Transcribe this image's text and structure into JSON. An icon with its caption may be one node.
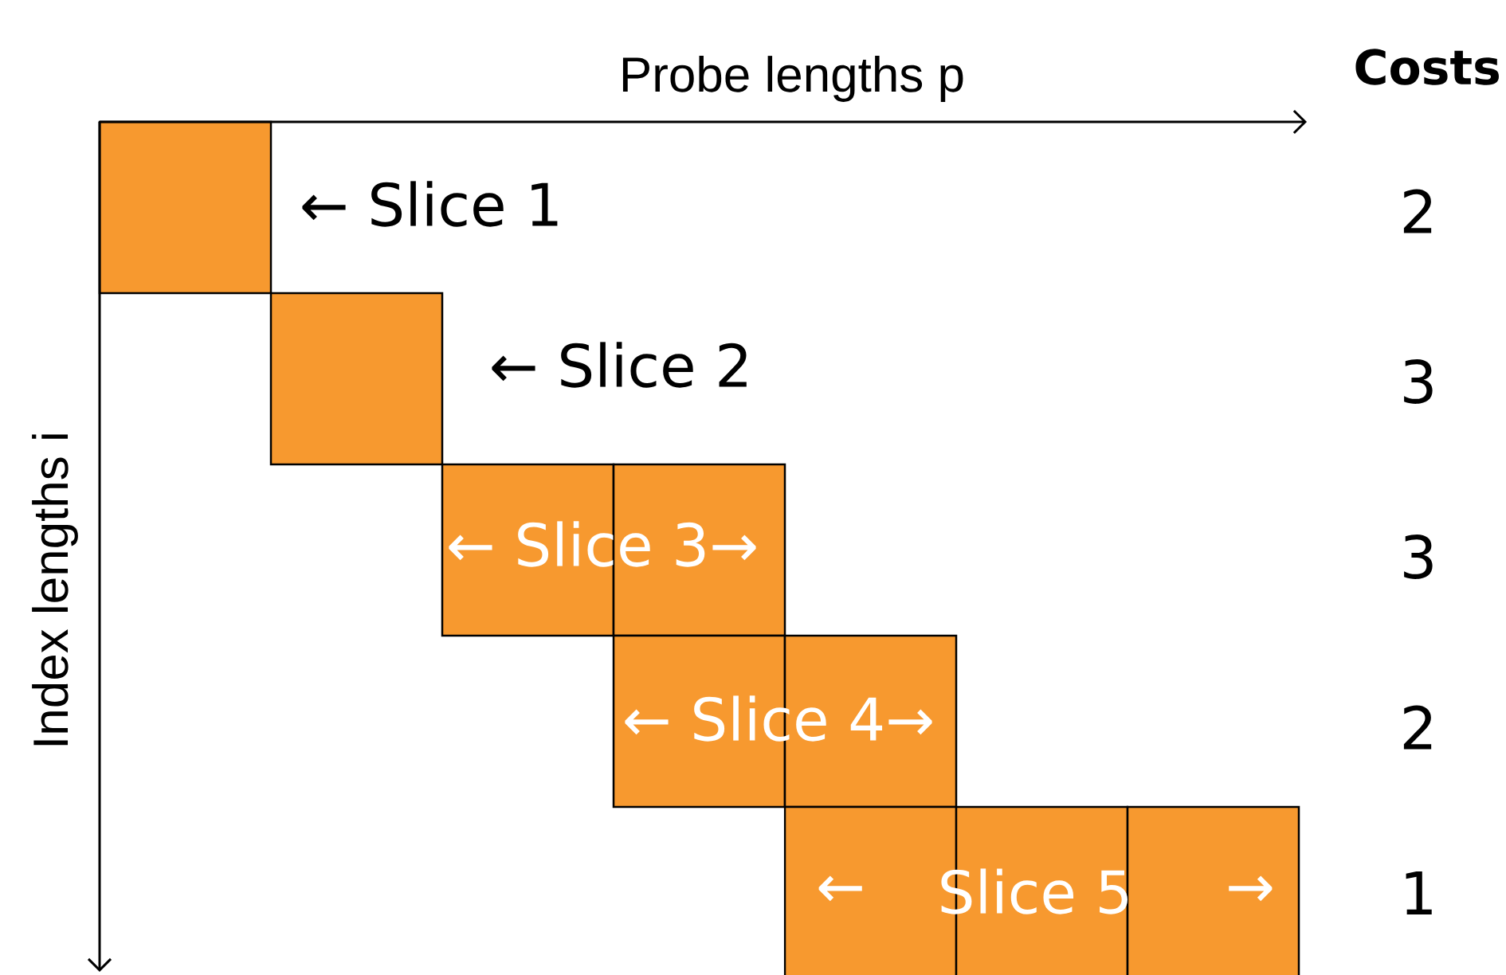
{
  "diagram": {
    "labels": [
      "Probe lengths p",
      "Costs",
      "← Slice 1",
      "2",
      "← Slice 2",
      "3",
      "Index lengths i",
      "← Slice 3→",
      "3",
      "← Slice 4→",
      "2",
      "←",
      "Slice 5",
      "→",
      "1"
    ]
  }
}
